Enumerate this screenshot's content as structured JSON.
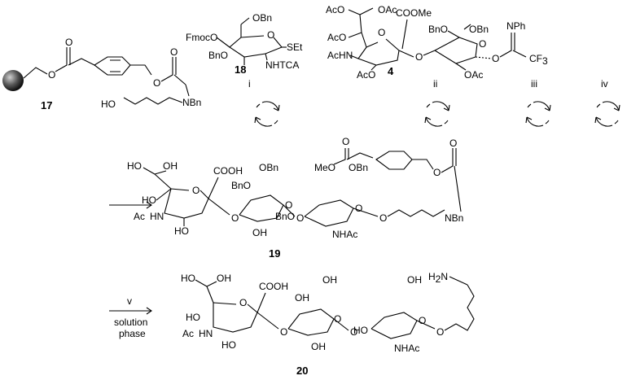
{
  "compounds": {
    "c17": "17",
    "c18": "18",
    "c4": "4",
    "c19": "19",
    "c20": "20"
  },
  "steps": {
    "i": "i",
    "ii": "ii",
    "iii": "iii",
    "iv": "iv",
    "v": "v"
  },
  "conditions": {
    "line1": "solution",
    "line2": "phase"
  },
  "labels": {
    "obn": "OBn",
    "set": "SEt",
    "fmoco": "FmocO",
    "bno": "BnO",
    "nhtca": "NHTCA",
    "ho": "HO",
    "nbn": "NBn",
    "aco": "AcO",
    "oac": "OAc",
    "coome": "COOMe",
    "achn": "AcHN",
    "nph": "NPh",
    "cf3_c": "CF",
    "cf3_sub": "3",
    "o": "O",
    "oh": "OH",
    "cooh": "COOH",
    "bn": "Bn",
    "meo": "MeO",
    "nhac": "NHAc",
    "h2n_h": "H",
    "h2n_sub": "2",
    "h2n_n": "N",
    "hn": "HN",
    "ac": "Ac"
  },
  "icons": {
    "resin": "resin-bead-icon",
    "cycle": "reaction-cycle-icon"
  }
}
